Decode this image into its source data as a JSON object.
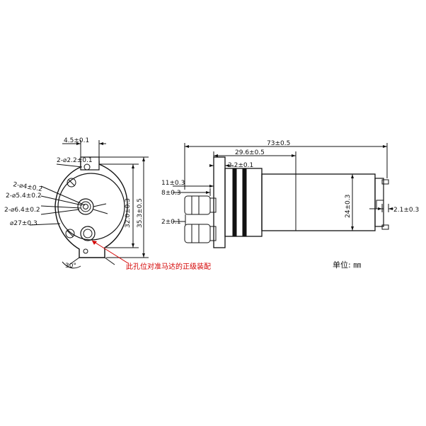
{
  "left_view": {
    "dims": {
      "top_width": "4.5±0.1",
      "small_hole": "2-⌀2.2±0.1",
      "hole_a": "2-⌀4±0.2",
      "hole_b": "2-⌀5.4±0.2",
      "hole_c": "2-⌀6.4±0.2",
      "body_dia": "⌀27±0.3",
      "h1": "32.0±0.3",
      "h2": "35.3±0.5",
      "angle": "30°"
    },
    "note": "此孔位对准马达的正级装配"
  },
  "side_view": {
    "dims": {
      "overall": "73±0.5",
      "pump_len": "29.6±0.5",
      "flange": "2.2±0.1",
      "nozzle_h": "11±0.3",
      "nozzle_len": "8±0.3",
      "nozzle_wall": "2±0.1",
      "motor_dia": "24±0.3",
      "terminal": "2.1±0.3"
    }
  },
  "unit_label": "单位: ㎜",
  "colors": {
    "line": "#111111",
    "note": "#d40000"
  }
}
